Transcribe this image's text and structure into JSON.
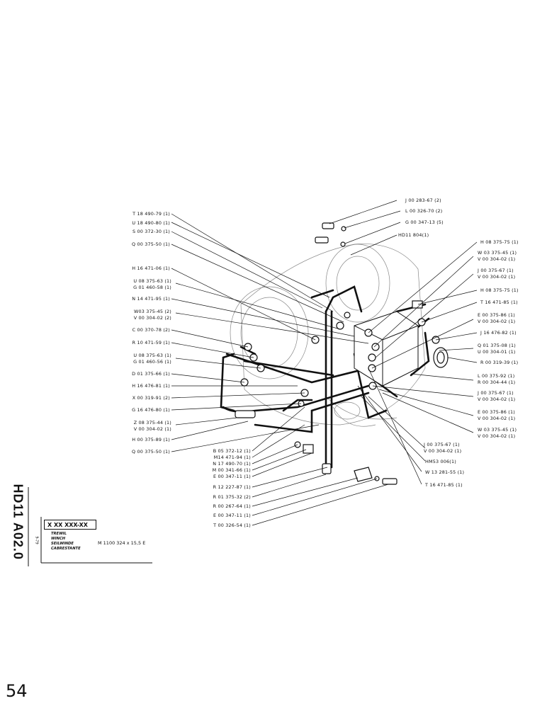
{
  "left_labels": [
    "T 18 490-79 (1)",
    "U 18 490-80 (1)",
    "S 00 372-30 (1)",
    "Q 00 375-50 (1)",
    "H 16 471-06 (1)",
    "U 08 375-63 (1)",
    "G 01 460-58 (1)",
    "N 14 471-95 (1)",
    "W03 375-45 (2)",
    "V 00 304-02 (2)",
    "C 00 370-78 (2)",
    "R 10 471-59 (1)",
    "U 08 375-63 (1)",
    "G 01 460-56 (1)",
    "D 01 375-66 (1)",
    "H 16 476-81 (1)",
    "X 00 319-91 (2)",
    "G 16 476-80 (1)",
    "Z 08 375-44 (1)",
    "V 00 304-02 (1)",
    "H 00 375-89 (1)",
    "Q 00 375-50 (1)"
  ],
  "bottom_labels": [
    "B 05 372-12 (1)",
    "M14 471-94 (1)",
    "N 17 490-70 (1)",
    "M 00 341-66 (1)",
    "E 00 347-11 (1)",
    "R 12 227-87 (1)",
    "R 01 375-32 (2)",
    "R 00 267-64 (1)",
    "E 00 347-11 (1)",
    "T 00 326-54 (1)"
  ],
  "right_labels": [
    "J 00 283-67 (2)",
    "L 00 326-70 (2)",
    "G 00 347-13 (5)",
    "HD11 804(1)",
    "H 08 375-75 (1)",
    "W 03 375-45 (1)",
    "V 00 304-02 (1)",
    "J 00 375-67 (1)",
    "V 00 304-02 (1)",
    "H 08 375-75 (1)",
    "T 16 471-85 (1)",
    "E 00 375-86 (1)",
    "V 00 304-02 (1)",
    "J 16 476-82 (1)",
    "Q 01 375-08 (1)",
    "U 00 304-01 (1)",
    "R 00 319-39 (1)",
    "L 00 375-92 (1)",
    "R 00 304-44 (1)",
    "J 00 375-67 (1)",
    "V 00 304-02 (1)",
    "E 00 375-86 (1)",
    "V 00 304-02 (1)",
    "W 03 375-45 (1)",
    "V 00 304-02 (1)",
    "J 00 375-67 (1)",
    "V 00 304-02 (1)",
    "HM53 006(1)",
    "W 13 281-55 (1)",
    "T 16 471-85 (1)"
  ],
  "title_block": {
    "drawing_code": "HD11 A02.0",
    "date": "9-79",
    "part_code": "X XX XXX-XX",
    "lang_de": "TREWIL",
    "lang_en": "WINCH",
    "lang_de2": "SEILWINDE",
    "lang_fr": "CABRESTANTE",
    "model": "M 1100   324 x 15,5 E"
  },
  "page_number": "54"
}
